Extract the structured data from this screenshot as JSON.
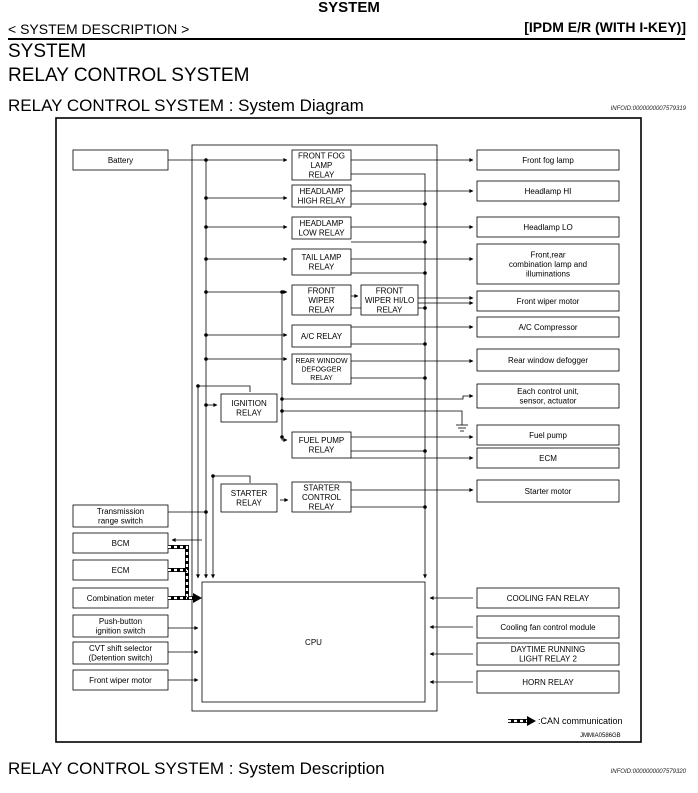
{
  "page": {
    "title": "SYSTEM",
    "nav_left": "< SYSTEM DESCRIPTION >",
    "nav_right": "[IPDM E/R (WITH I-KEY)]"
  },
  "headings": {
    "section": "SYSTEM",
    "subsection": "RELAY CONTROL SYSTEM",
    "diagram_title": "RELAY CONTROL SYSTEM : System Diagram",
    "diagram_infoid": "INFOID:0000000007579319",
    "description_title": "RELAY CONTROL SYSTEM : System Description",
    "description_infoid": "INFOID:0000000007579320"
  },
  "diagram": {
    "left_inputs": {
      "battery": "Battery",
      "transmission": [
        "Transmission",
        "range switch"
      ],
      "bcm": "BCM",
      "ecm": "ECM",
      "combination_meter": "Combination meter",
      "push_button": [
        "Push-button",
        "ignition switch"
      ],
      "cvt": [
        "CVT shift selector",
        "(Detention switch)"
      ],
      "front_wiper_motor": "Front wiper motor"
    },
    "relays": {
      "front_fog": [
        "FRONT FOG",
        "LAMP",
        "RELAY"
      ],
      "headlamp_high": [
        "HEADLAMP",
        "HIGH RELAY"
      ],
      "headlamp_low": [
        "HEADLAMP",
        "LOW RELAY"
      ],
      "tail_lamp": [
        "TAIL LAMP",
        "RELAY"
      ],
      "front_wiper": [
        "FRONT",
        "WIPER",
        "RELAY"
      ],
      "front_wiper_hilo": [
        "FRONT",
        "WIPER HI/LO",
        "RELAY"
      ],
      "ac": [
        "A/C RELAY"
      ],
      "rear_window": [
        "REAR WINDOW",
        "DEFOGGER",
        "RELAY"
      ],
      "ignition": [
        "IGNITION",
        "RELAY"
      ],
      "fuel_pump": [
        "FUEL PUMP",
        "RELAY"
      ],
      "starter": [
        "STARTER",
        "RELAY"
      ],
      "starter_control": [
        "STARTER",
        "CONTROL",
        "RELAY"
      ],
      "cpu": "CPU"
    },
    "outputs": {
      "front_fog_lamp": [
        "Front fog lamp"
      ],
      "headlamp_hi": [
        "Headlamp HI"
      ],
      "headlamp_lo": [
        "Headlamp LO"
      ],
      "combination_lamp": [
        "Front,rear",
        "combination lamp and",
        "illuminations"
      ],
      "front_wiper_motor": [
        "Front wiper motor"
      ],
      "ac_compressor": [
        "A/C Compressor"
      ],
      "rear_defogger": [
        "Rear window defogger"
      ],
      "control_unit": [
        "Each control unit,",
        "sensor, actuator"
      ],
      "fuel_pump": [
        "Fuel pump"
      ],
      "ecm": [
        "ECM"
      ],
      "starter_motor": [
        "Starter motor"
      ]
    },
    "right_inputs": {
      "cooling_fan_relay": [
        "COOLING FAN RELAY"
      ],
      "cooling_fan_module": [
        "Cooling fan control module"
      ],
      "drl": [
        "DAYTIME RUNNING",
        "LIGHT RELAY 2"
      ],
      "horn_relay": [
        "HORN RELAY"
      ]
    },
    "legend": ":CAN communication",
    "figure_code": "JMMIA0586GB"
  }
}
